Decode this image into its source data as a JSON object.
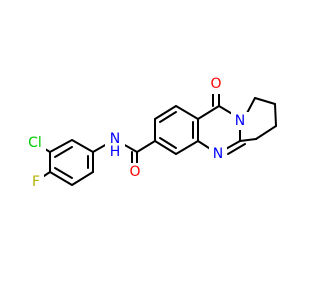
{
  "molecule": {
    "atoms": {
      "carbonyl_oxygen_ring": {
        "symbol": "O",
        "color": "#FF0000"
      },
      "ring_nitrogen_fused": {
        "symbol": "N",
        "color": "#0000FF"
      },
      "ring_nitrogen_imine": {
        "symbol": "N",
        "color": "#0000FF"
      },
      "amide_oxygen": {
        "symbol": "O",
        "color": "#FF0000"
      },
      "amide_nitrogen": {
        "symbol": "N",
        "color": "#0000FF"
      },
      "amide_hydrogen": {
        "symbol": "H",
        "color": "#0000FF"
      },
      "chlorine": {
        "symbol": "Cl",
        "color": "#00CC00"
      },
      "fluorine": {
        "symbol": "F",
        "color": "#B3B300"
      }
    },
    "bond_color": "#000000"
  }
}
